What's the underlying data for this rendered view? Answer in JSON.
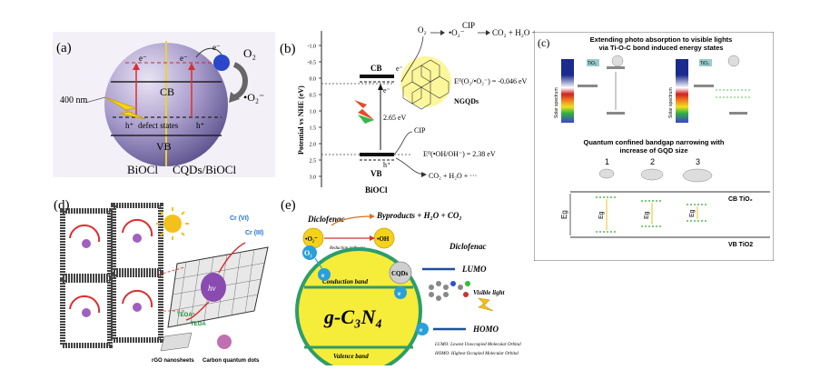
{
  "panels": {
    "a": {
      "letter": "(a)",
      "electron_top": "e⁻",
      "electron_left": "e⁻",
      "electron_mid": "e⁻",
      "o2": "O₂",
      "o2_radical": "•O₂⁻",
      "wavelength": "400 nm",
      "cb": "CB",
      "vb": "VB",
      "hole": "h⁺",
      "defect": "defect states",
      "hole2": "h⁺",
      "left_label": "BiOCl",
      "right_label": "CQDs/BiOCl"
    },
    "b": {
      "letter": "(b)",
      "yaxis": "Potential vs NHE (eV)",
      "ticks": [
        "-1.0",
        "-0.5",
        "0.0",
        "0.5",
        "1.0",
        "1.5",
        "2.0",
        "2.5",
        "3.0"
      ],
      "top_o2": "O₂",
      "top_radical": "•O₂⁻",
      "top_cip": "CIP",
      "top_products": "CO₂ + H₂O + ···",
      "cb": "CB",
      "e_minus": "e⁻",
      "e_minus2": "e⁻",
      "e_redox1": "E⁰(O₂/•O₂⁻) = -0.046 eV",
      "ngqds": "NGQDs",
      "gap": "2.65 eV",
      "cip": "CIP",
      "e_redox2": "E⁰(•OH/OH⁻) = 2.38 eV",
      "h_plus": "h⁺",
      "vb": "VB",
      "products": "CO₂ + H₂O + ···",
      "bottom_label": "BiOCl"
    },
    "c": {
      "letter": "(c)",
      "title1": "Extending photo absorption to visible lights",
      "title2": "via Ti-O-C bond induced energy states",
      "tio2_a": "TiO₂",
      "tio2_b": "TiO₂",
      "solar1": "Solar spectrum",
      "solar2": "Solar spectrum",
      "title3": "Quantum confined bandgap narrowing with",
      "title4": "increase of GQD size",
      "n1": "1",
      "n2": "2",
      "n3": "3",
      "cb_tio2": "CB TiO₂",
      "vb_tio2": "VB TiO2",
      "eg_big": "Eg",
      "eg1": "Eg",
      "eg2": "Eg",
      "eg3": "Eg"
    },
    "d": {
      "letter": "(d)",
      "cr6": "Cr (VI)",
      "cr3": "Cr (III)",
      "teoa_plus": "TEOA⁺",
      "teoa": "TEOA",
      "hv": "hv",
      "rgo": "rGO nanosheets",
      "cqd": "Carbon quantum dots"
    },
    "e": {
      "letter": "(e)",
      "diclofenac": "Diclofenac",
      "byproducts": "Byproducts + H₂O + CO₂",
      "o2r": "•O₂⁻",
      "oh": "•OH",
      "reduction": "Reduction pathway",
      "o2": "O₂",
      "e1": "e",
      "cqds": "CQDs",
      "diclofenac2": "Diclofenac",
      "lumo": "LUMO",
      "conduction": "Conduction band",
      "visible": "Visible light",
      "e2": "e",
      "e3": "e",
      "homo": "HOMO",
      "gcn": "g-C₃N₄",
      "valence": "Valence band",
      "lumo_def": "LUMO: Lowest Unoccupied Molecular Orbital",
      "homo_def": "HOMO: Highest Occupied Molecular Orbital"
    }
  },
  "colors": {
    "sphere": "#8a7fb3",
    "yellow": "#f4e24b",
    "gcn_green": "#2d9d6a",
    "blue": "#1f4e9c",
    "red": "#d83030"
  }
}
